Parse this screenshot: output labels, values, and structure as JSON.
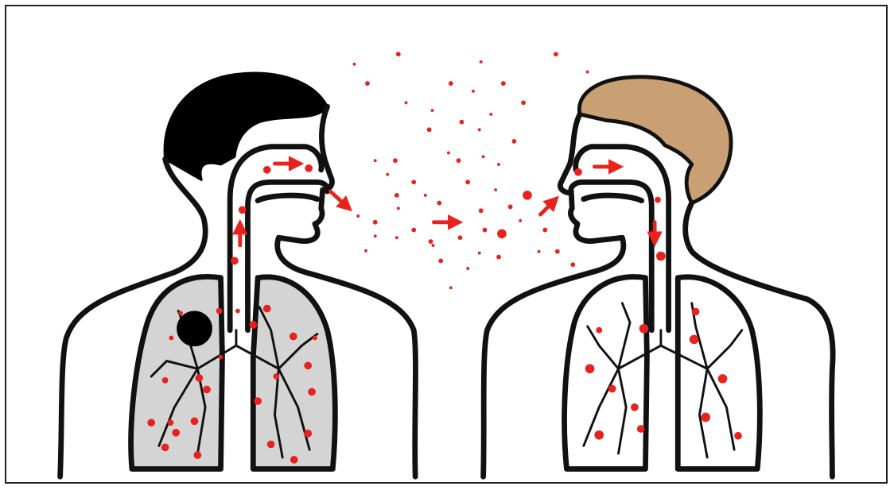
{
  "figure": {
    "background": "#ffffff",
    "outline_color": "#111111",
    "droplet_color": "#e8231f",
    "lung_fill_left": "#d4d4d4",
    "lung_fill_right": "#ffffff",
    "hair_left": "#000000",
    "hair_right": "#c9a073",
    "people": [
      {
        "role": "infected",
        "hair": "black",
        "has_lung_lesion": true
      },
      {
        "role": "exposed",
        "hair": "tan",
        "has_lung_lesion": false
      }
    ],
    "icons": [
      "red-arrow-icon",
      "droplet-icon",
      "lungs-icon",
      "head-silhouette-icon"
    ]
  }
}
